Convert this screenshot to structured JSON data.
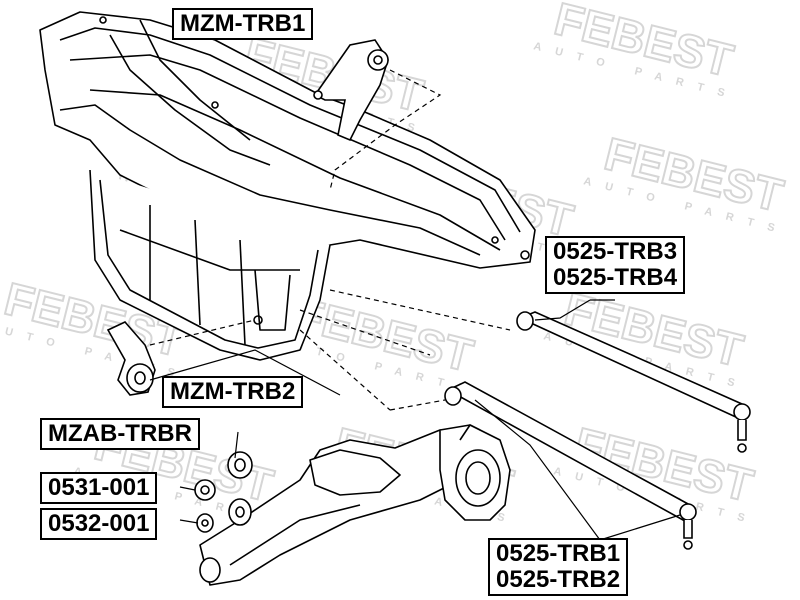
{
  "watermark": {
    "brand": "FEBEST",
    "subtitle": "AUTO PARTS",
    "color": "#d6d6d6"
  },
  "labels": {
    "mzm_trb1": "MZM-TRB1",
    "trb3": "0525-TRB3",
    "trb4": "0525-TRB4",
    "mzm_trb2": "MZM-TRB2",
    "mzab_trbr": "MZAB-TRBR",
    "p0531": "0531-001",
    "p0532": "0532-001",
    "trb1": "0525-TRB1",
    "trb2": "0525-TRB2"
  }
}
